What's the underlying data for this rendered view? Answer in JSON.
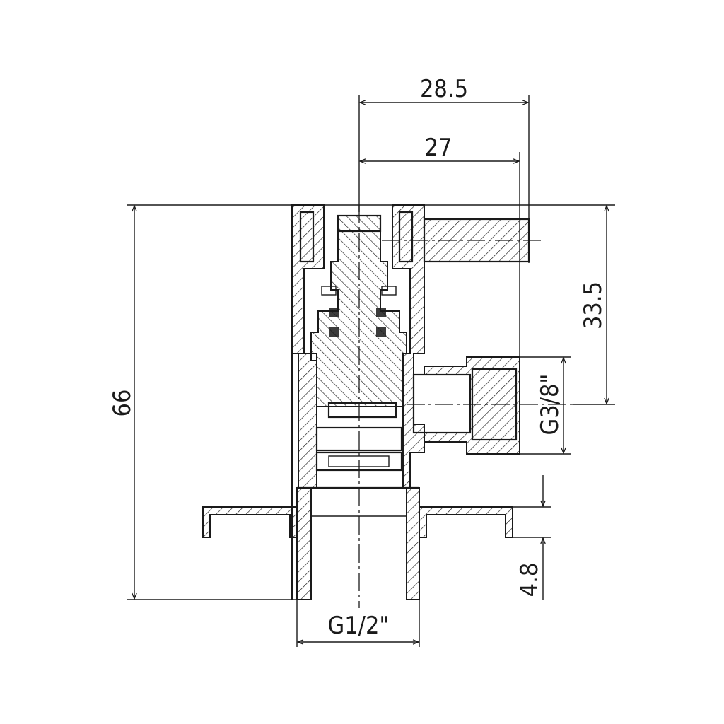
{
  "drawing": {
    "dimensions": {
      "overall_width": "28.5",
      "handle_reach": "27",
      "outlet_height": "33.5",
      "overall_height": "66",
      "outlet_thread": "G3/8\"",
      "flange_thickness": "4.8",
      "inlet_thread": "G1/2\""
    },
    "line_color": "#1a1a1a",
    "background": "#ffffff"
  }
}
